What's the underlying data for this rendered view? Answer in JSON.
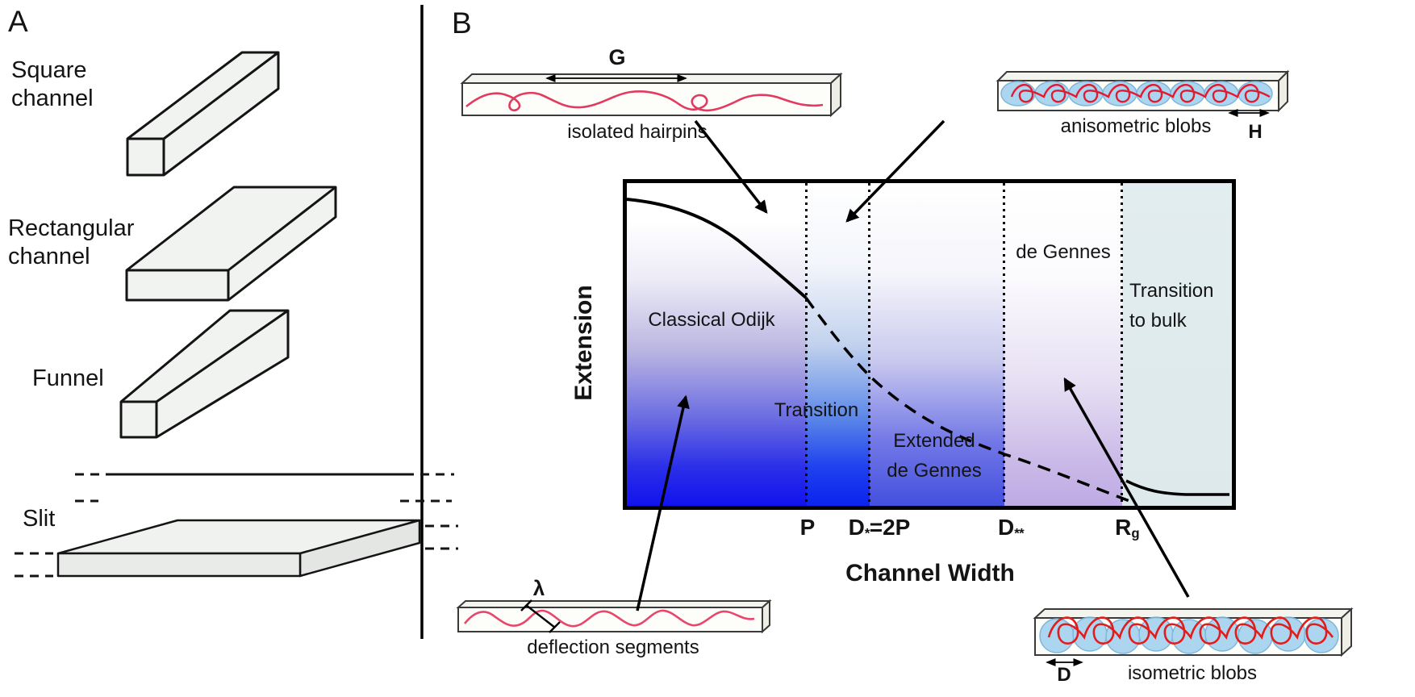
{
  "panel_a": {
    "label": "A",
    "channel_types": [
      {
        "label": "Square\nchannel"
      },
      {
        "label": "Rectangular\nchannel"
      },
      {
        "label": "Funnel"
      },
      {
        "label": "Slit"
      }
    ]
  },
  "panel_b": {
    "label": "B",
    "axes": {
      "y": "Extension",
      "x": "Channel Width"
    },
    "ticks": [
      {
        "base": "P",
        "sub": "",
        "rest": ""
      },
      {
        "base": "D",
        "sub": "*",
        "rest": "=2P"
      },
      {
        "base": "D",
        "sub": "**",
        "rest": ""
      },
      {
        "base": "R",
        "sub": "g",
        "rest": ""
      }
    ],
    "regions": [
      {
        "label": "Classical Odijk"
      },
      {
        "label": "Transition"
      },
      {
        "label": "Extended\nde Gennes"
      },
      {
        "label": "de Gennes"
      },
      {
        "label": "Transition\nto bulk"
      }
    ],
    "insets": {
      "isolated_hairpins": {
        "caption": "isolated hairpins",
        "dimension": "G"
      },
      "anisometric_blobs": {
        "caption": "anisometric blobs",
        "dimension": "H"
      },
      "deflection_segments": {
        "caption": "deflection segments",
        "dimension": "λ"
      },
      "isometric_blobs": {
        "caption": "isometric blobs",
        "dimension": "D"
      }
    },
    "colors": {
      "odijk_deep_blue": "#1113ee",
      "de_gennes_purple": "#bfaae4",
      "bulk_pale_blue": "#dde9eb",
      "polymer_red": "#e23b5f",
      "blob_blue": "#a6d3ef"
    }
  }
}
